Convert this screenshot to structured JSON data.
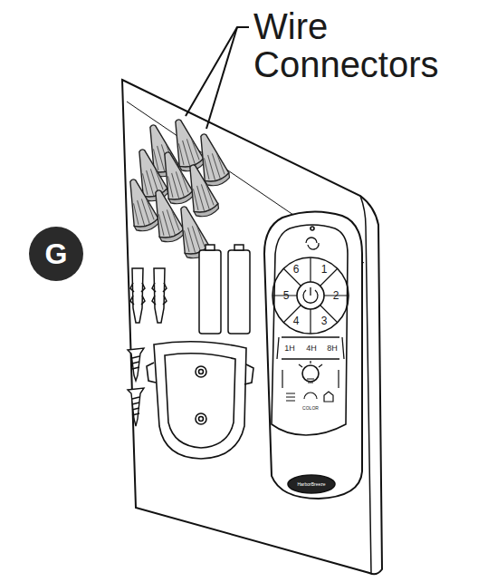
{
  "diagram": {
    "nodes": [
      {
        "text": [
          "G"
        ]
      }
    ],
    "labels": [
      "Wire Connectors",
      "6",
      "1",
      "5",
      "2",
      "4",
      "3",
      "1H",
      "4H",
      "8H",
      "COLOR",
      "HarborBreeze"
    ]
  }
}
